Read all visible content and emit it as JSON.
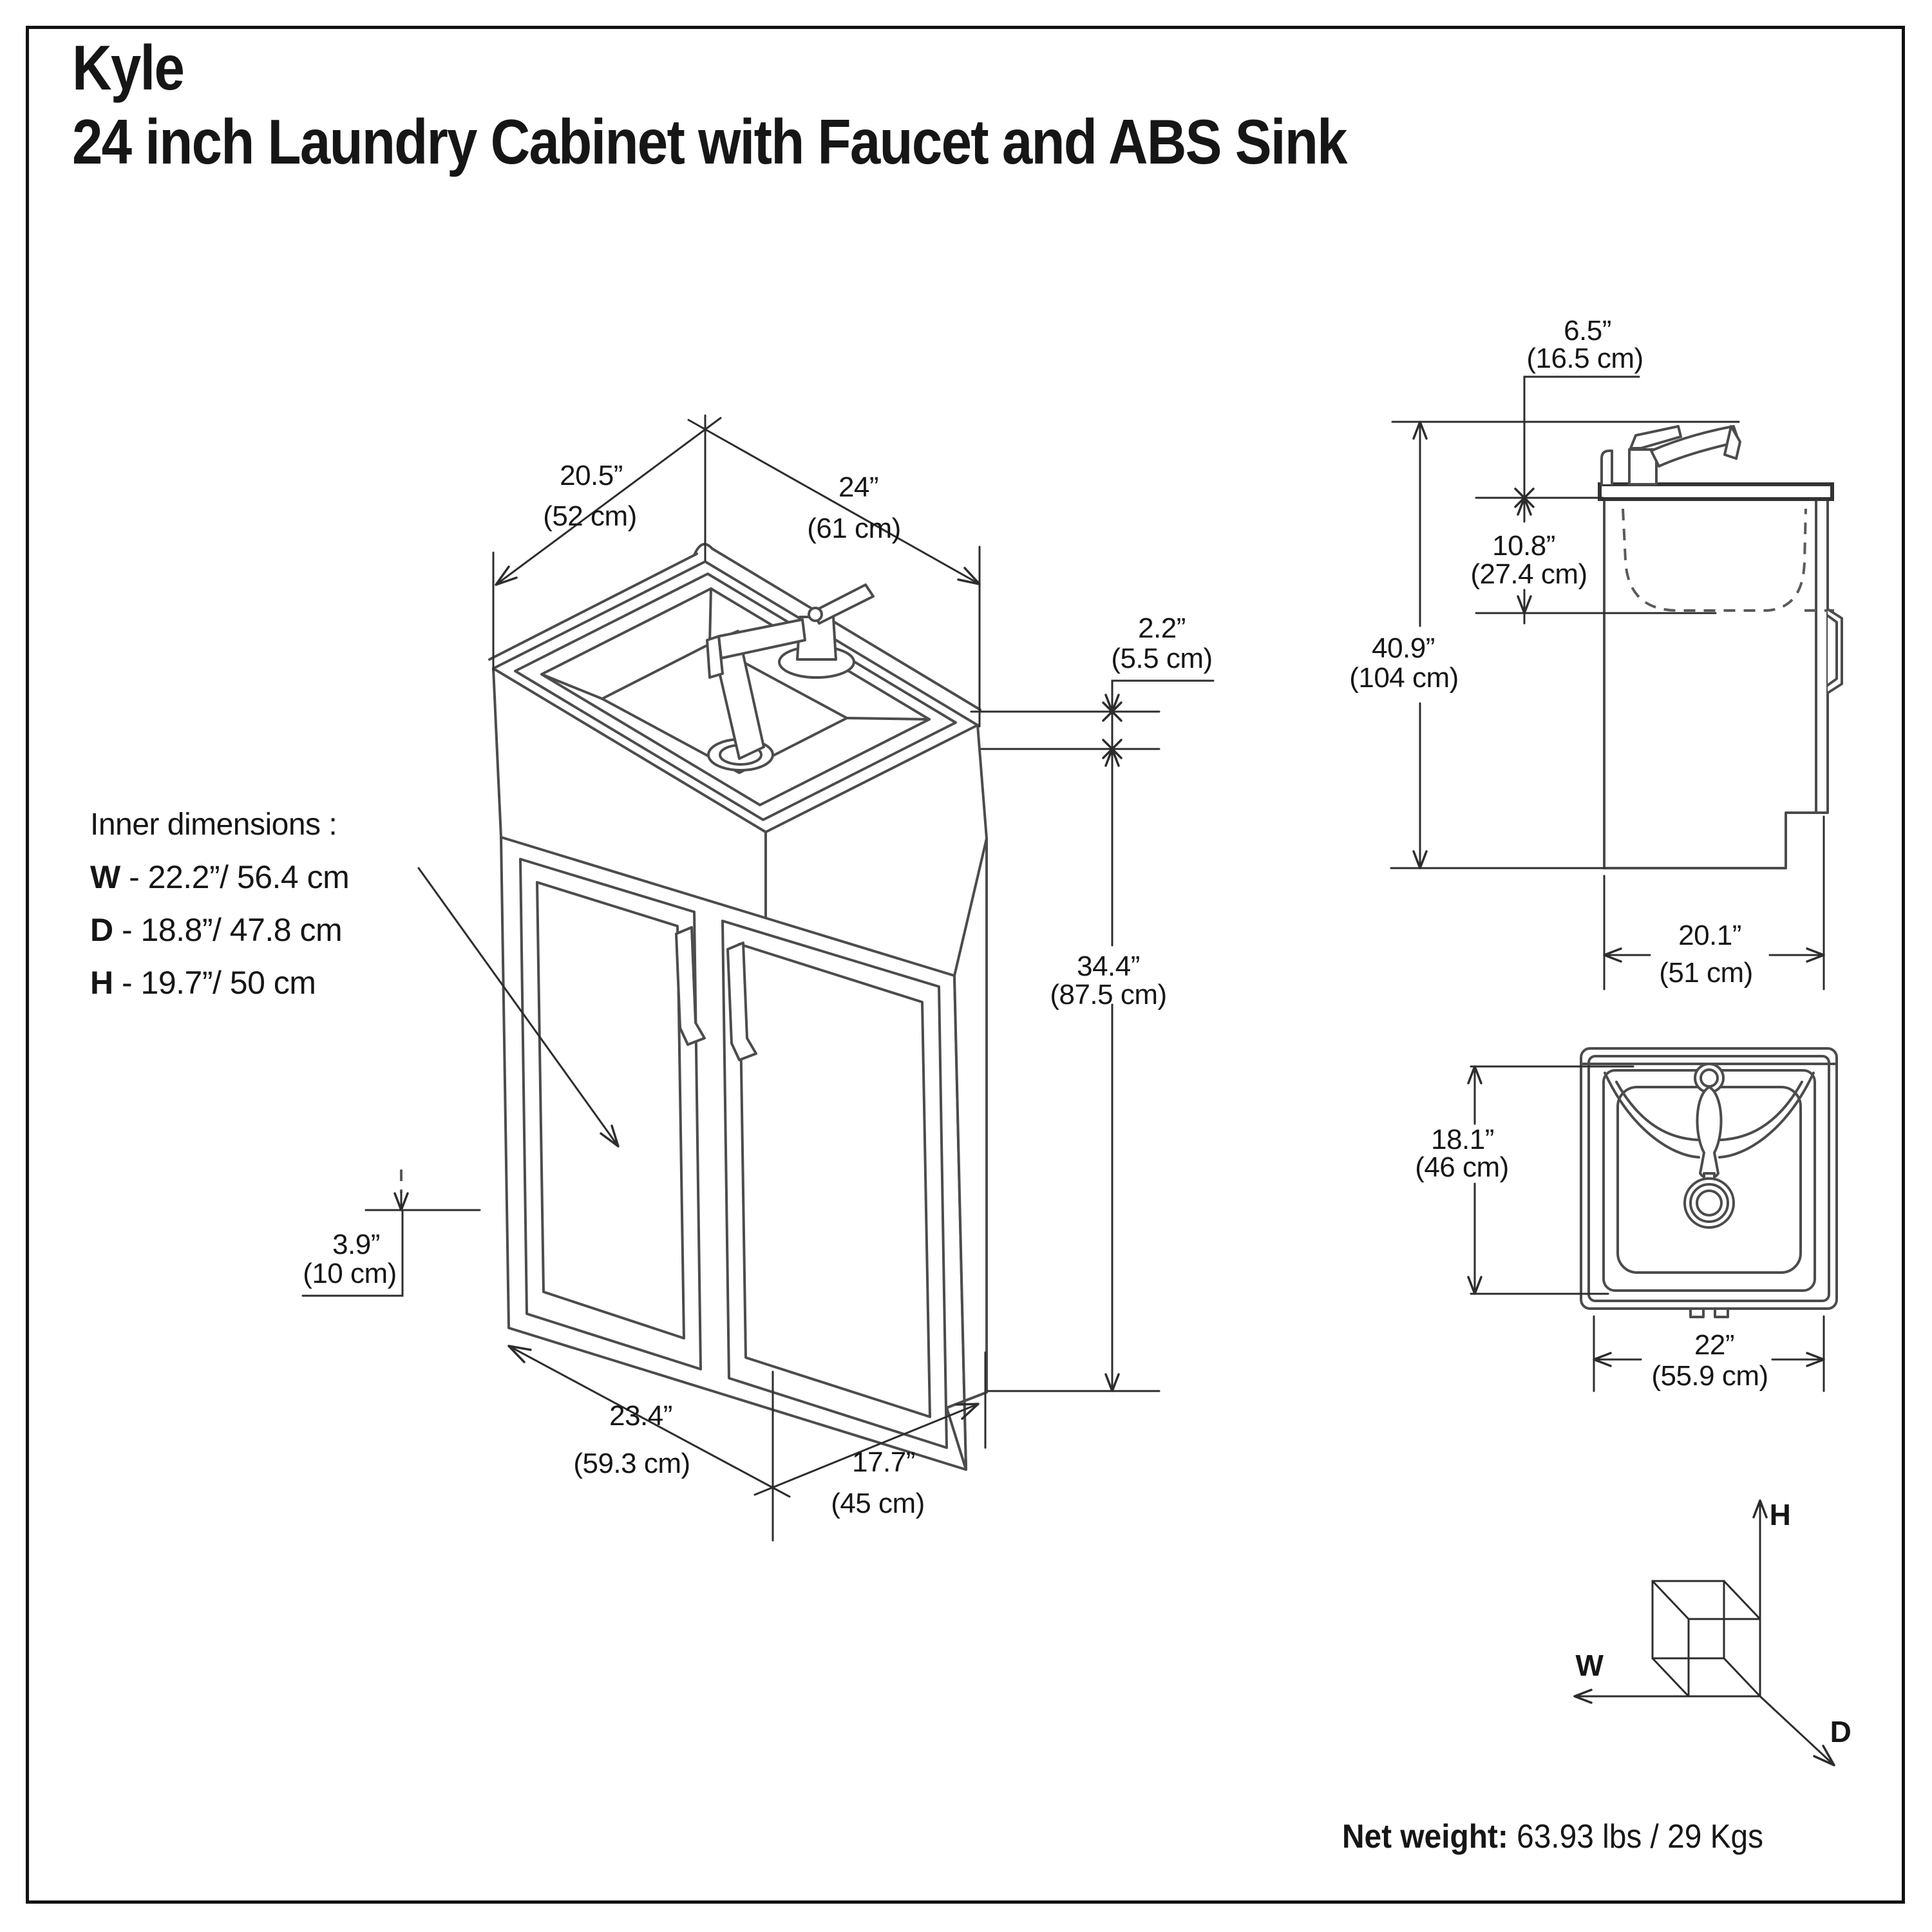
{
  "title": {
    "line1": "Kyle",
    "line2": "24 inch Laundry Cabinet with Faucet and ABS Sink"
  },
  "inner_dimensions": {
    "heading": "Inner dimensions  :",
    "rows": [
      {
        "key": "W",
        "text": " - 22.2”/ 56.4 cm"
      },
      {
        "key": "D",
        "text": " - 18.8”/ 47.8 cm"
      },
      {
        "key": "H",
        "text": " - 19.7”/ 50 cm"
      }
    ]
  },
  "isometric_view": {
    "depth_top": {
      "in": "20.5”",
      "cm": "(52 cm)"
    },
    "width_top": {
      "in": "24”",
      "cm": "(61 cm)"
    },
    "backsplash_height": {
      "in": "2.2”",
      "cm": "(5.5 cm)"
    },
    "cabinet_height": {
      "in": "34.4”",
      "cm": "(87.5 cm)"
    },
    "toe_kick_height": {
      "in": "3.9”",
      "cm": "(10 cm)"
    },
    "width_bottom": {
      "in": "23.4”",
      "cm": "(59.3 cm)"
    },
    "depth_bottom": {
      "in": "17.7”",
      "cm": "(45 cm)"
    }
  },
  "side_view": {
    "faucet_height": {
      "in": "6.5”",
      "cm": "(16.5 cm)"
    },
    "tub_depth": {
      "in": "10.8”",
      "cm": "(27.4 cm)"
    },
    "total_height": {
      "in": "40.9”",
      "cm": "(104 cm)"
    },
    "depth": {
      "in": "20.1”",
      "cm": "(51 cm)"
    }
  },
  "top_view": {
    "sink_depth": {
      "in": "18.1”",
      "cm": "(46 cm)"
    },
    "sink_width": {
      "in": "22”",
      "cm": "(55.9 cm)"
    }
  },
  "axes": {
    "height": "H",
    "width": "W",
    "depth": "D"
  },
  "net_weight": {
    "label": "Net weight:",
    "value": " 63.93 lbs / 29 Kgs"
  }
}
